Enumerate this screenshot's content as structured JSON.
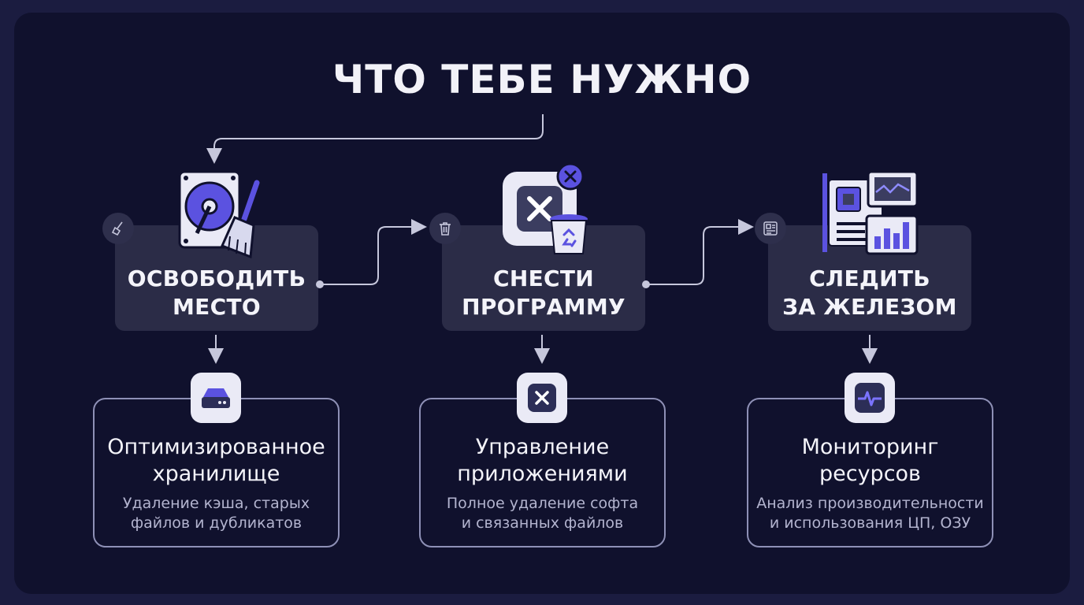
{
  "title": "ЧТО ТЕБЕ НУЖНО",
  "colors": {
    "background": "#10112d",
    "accent": "#5b52e0",
    "step_box": "#2b2c47",
    "card_border": "#8e90b6"
  },
  "steps": [
    {
      "label": "ОСВОБОДИТЬ\nМЕСТО",
      "badge_icon": "broom-icon",
      "illustration": "hard-drive-broom-icon"
    },
    {
      "label": "СНЕСТИ\nПРОГРАММУ",
      "badge_icon": "trash-icon",
      "illustration": "app-delete-recycle-icon"
    },
    {
      "label": "СЛЕДИТЬ\nЗА ЖЕЛЕЗОМ",
      "badge_icon": "circuit-board-icon",
      "illustration": "hardware-monitor-icon"
    }
  ],
  "cards": [
    {
      "title": "Оптимизированное\nхранилище",
      "description": "Удаление кэша, старых\nфайлов и дубликатов",
      "icon": "storage-drive-icon"
    },
    {
      "title": "Управление\nприложениями",
      "description": "Полное удаление софта\nи связанных файлов",
      "icon": "close-square-icon"
    },
    {
      "title": "Мониторинг\nресурсов",
      "description": "Анализ производительности\nи использования ЦП, ОЗУ",
      "icon": "activity-monitor-icon"
    }
  ]
}
